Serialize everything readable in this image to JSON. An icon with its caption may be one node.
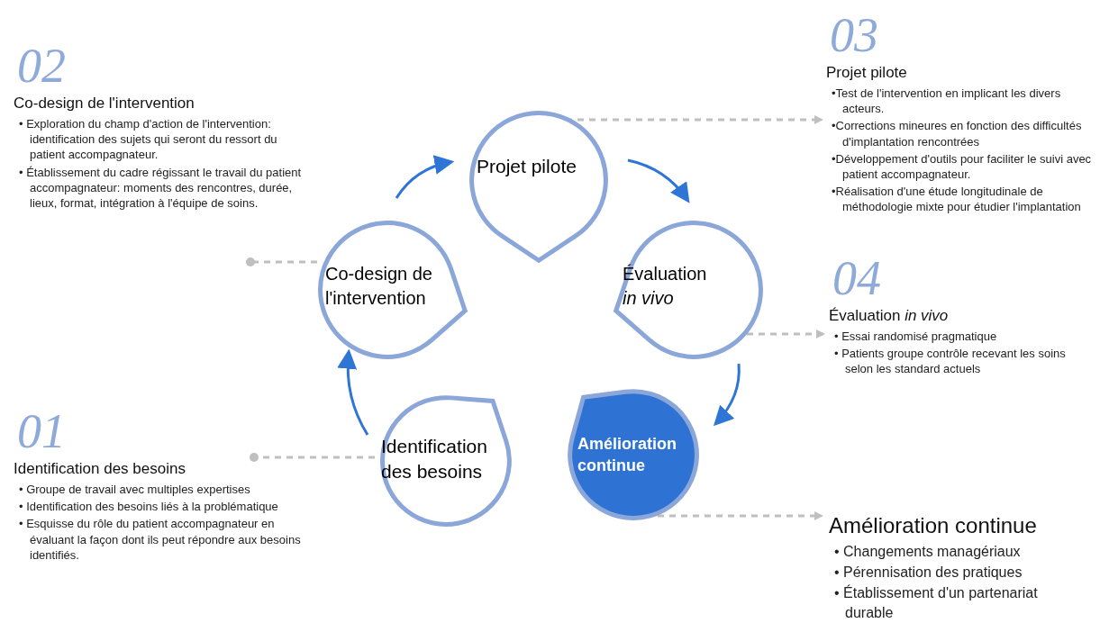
{
  "diagram": {
    "nodes": [
      {
        "text": [
          "Identification des besoins"
        ]
      },
      {
        "text": [
          "Co-design de l'intervention"
        ]
      },
      {
        "text": [
          "Projet pilote"
        ]
      },
      {
        "text": [
          "Évaluation *in vivo*"
        ]
      },
      {
        "text": [
          "Amélioration continue"
        ]
      },
      {
        "text": [
          "Identification des besoins",
          "• Groupe de travail avec multiples expertises",
          "• Identification des besoins liés à la problématique",
          "• Esquisse du rôle  du patient accompagnateur en évaluant la façon dont ils peut répondre aux besoins identifiés."
        ],
        "beside": [
          "01"
        ]
      },
      {
        "text": [
          "Co-design de l'intervention",
          "• Exploration du champ d'action de l'intervention: identification des sujets qui seront du ressort du patient accompagnateur.",
          "• Établissement du cadre régissant le travail du patient accompagnateur: moments des rencontres, durée, lieux, format, intégration à l'équipe de soins."
        ],
        "beside": [
          "02"
        ]
      },
      {
        "text": [
          "Projet pilote",
          "•Test de l'intervention en implicant les divers acteurs.",
          "•Corrections mineures en fonction des difficultés d'implantation rencontrées",
          "•Développement d'outils pour faciliter le suivi avec patient accompagnateur.",
          "•Réalisation d'une étude longitudinale de méthodologie mixte pour étudier l'implantation"
        ],
        "beside": [
          "03"
        ]
      },
      {
        "text": [
          "Évaluation *in vivo*",
          "• Essai randomisé pragmatique",
          "• Patients groupe contrôle recevant les soins selon les standard actuels"
        ],
        "beside": [
          "04"
        ]
      },
      {
        "text": [
          "Amélioration continue",
          "• Changements managériaux",
          "• Pérennisation des pratiques",
          "• Établissement d'un partenariat durable"
        ]
      }
    ],
    "edges": [
      {
        "from": 0,
        "to": 1,
        "arrow": "to",
        "color": "#2e75d6"
      },
      {
        "from": 1,
        "to": 2,
        "arrow": "to",
        "color": "#2e75d6"
      },
      {
        "from": 2,
        "to": 3,
        "arrow": "to",
        "color": "#2e75d6"
      },
      {
        "from": 3,
        "to": 4,
        "arrow": "to",
        "color": "#2e75d6"
      },
      {
        "from": 0,
        "to": 5,
        "arrow": "other",
        "style": "dashed",
        "color": "#bfbfbf"
      },
      {
        "from": 1,
        "to": 6,
        "arrow": "other",
        "style": "dashed",
        "color": "#bfbfbf"
      },
      {
        "from": 2,
        "to": 7,
        "arrow": "to",
        "style": "dashed",
        "color": "#bfbfbf"
      },
      {
        "from": 3,
        "to": 8,
        "arrow": "to",
        "style": "dashed",
        "color": "#bfbfbf"
      },
      {
        "from": 4,
        "to": 9,
        "arrow": "to",
        "style": "dashed",
        "color": "#bfbfbf"
      }
    ]
  }
}
